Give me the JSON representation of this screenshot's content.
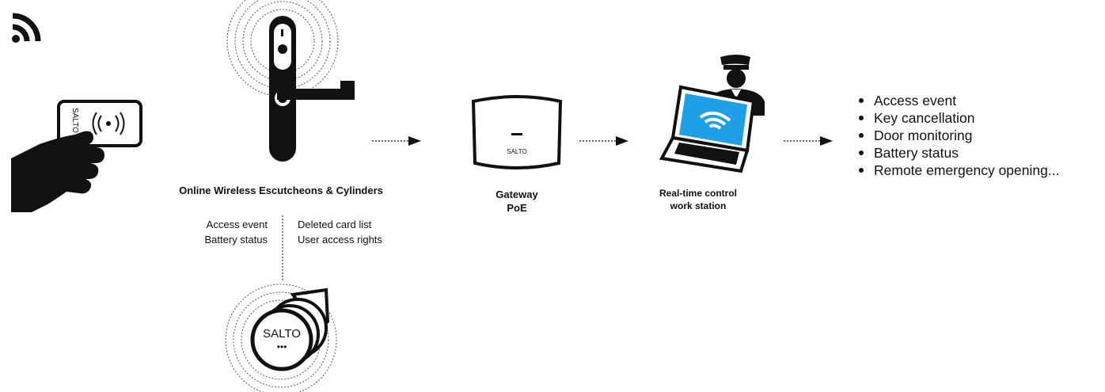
{
  "escutcheon": {
    "caption": "Online Wireless Escutcheons & Cylinders",
    "sync_left": [
      "Access event",
      "Battery status"
    ],
    "sync_right": [
      "Deleted card list",
      "User access rights"
    ]
  },
  "gateway": {
    "caption_line1": "Gateway",
    "caption_line2": "PoE",
    "brand": "SALTO"
  },
  "workstation": {
    "caption_line1": "Real-time control",
    "caption_line2": "work station"
  },
  "card": {
    "brand": "SALTO"
  },
  "fob": {
    "brand": "SALTO",
    "dots": "•••"
  },
  "features": [
    "Access event",
    "Key cancellation",
    "Door monitoring",
    "Battery status",
    "Remote emergency opening..."
  ],
  "icons": [
    "wireless-signal-icon",
    "hand-holding-card-icon",
    "door-handle-icon",
    "gateway-device-icon",
    "security-guard-laptop-icon",
    "key-fob-icon",
    "arrow-right-icon"
  ],
  "colors": {
    "ink": "#111111",
    "screen_blue": "#1e9fe6",
    "guard_badge": "#ffffff"
  }
}
